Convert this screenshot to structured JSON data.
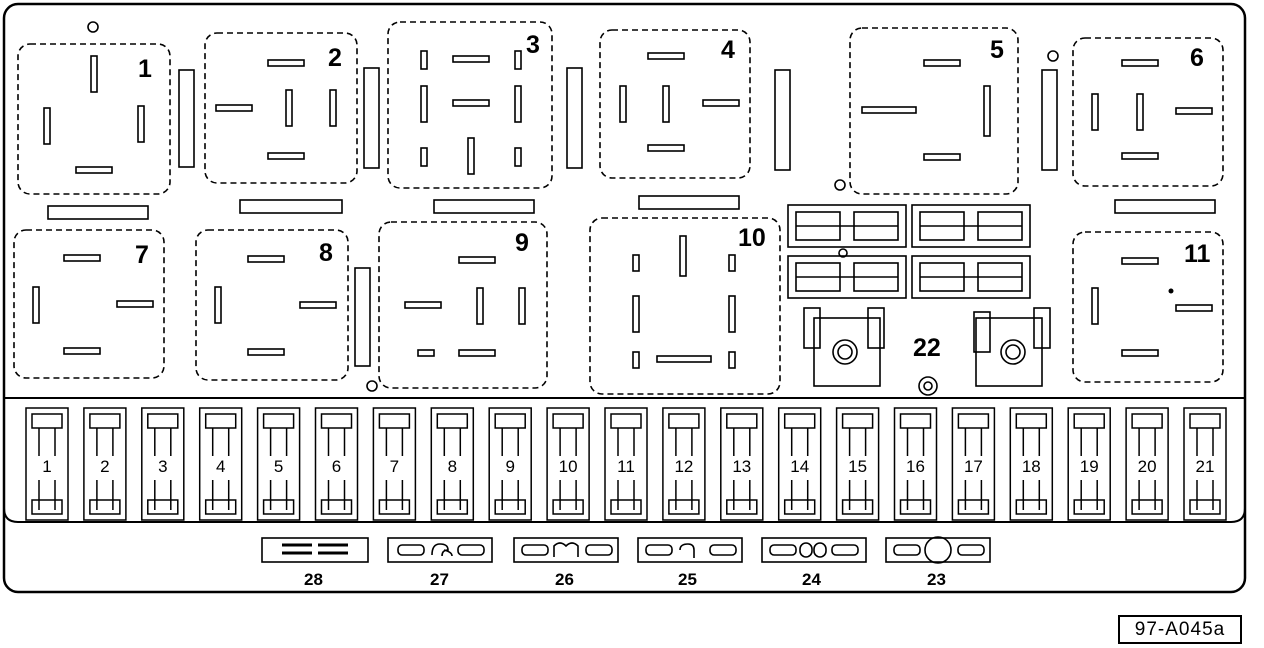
{
  "relays": [
    {
      "label": "1"
    },
    {
      "label": "2"
    },
    {
      "label": "3"
    },
    {
      "label": "4"
    },
    {
      "label": "5"
    },
    {
      "label": "6"
    },
    {
      "label": "7"
    },
    {
      "label": "8"
    },
    {
      "label": "9"
    },
    {
      "label": "10"
    },
    {
      "label": "11"
    }
  ],
  "fuses": [
    "1",
    "2",
    "3",
    "4",
    "5",
    "6",
    "7",
    "8",
    "9",
    "10",
    "11",
    "12",
    "13",
    "14",
    "15",
    "16",
    "17",
    "18",
    "19",
    "20",
    "21"
  ],
  "relay_22_label": "22",
  "mini_fuses": [
    "28",
    "27",
    "26",
    "25",
    "24",
    "23"
  ],
  "reference_code": "97-A045a"
}
